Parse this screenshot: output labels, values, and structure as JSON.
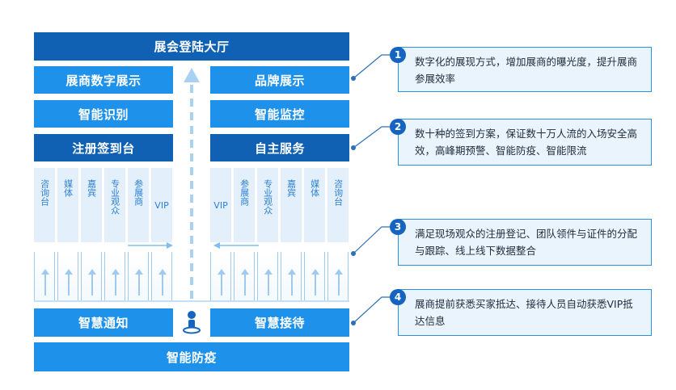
{
  "top": {
    "hall": "展会登陆大厅"
  },
  "left": {
    "row1": "展商数字展示",
    "row2": "智能识别",
    "row3": "注册签到台",
    "columns": [
      "咨询台",
      "媒体",
      "嘉宾",
      "专业观众",
      "参展商",
      "VIP"
    ]
  },
  "right": {
    "row1": "品牌展示",
    "row2": "智能监控",
    "row3": "自主服务",
    "columns": [
      "VIP",
      "参展商",
      "专业观众",
      "嘉宾",
      "媒体",
      "咨询台"
    ]
  },
  "bottom": {
    "notify": "智慧通知",
    "reception": "智慧接待",
    "epidemic": "智能防疫"
  },
  "notes": [
    {
      "num": "1",
      "text": "数字化的展现方式，增加展商的曝光度，提升展商参展效率"
    },
    {
      "num": "2",
      "text": "数十种的签到方案，保证数十万人流的入场安全高效，高峰期预警、智能防疫、智能限流"
    },
    {
      "num": "3",
      "text": "满足现场观众的注册登记、团队领件与证件的分配与跟踪、线上线下数据整合"
    },
    {
      "num": "4",
      "text": "展商提前获悉买家抵达、接待人员自动获悉VIP抵达信息"
    }
  ],
  "colors": {
    "dark": "#1061b3",
    "light": "#1e91ea",
    "pale": "#e3f0fb"
  }
}
